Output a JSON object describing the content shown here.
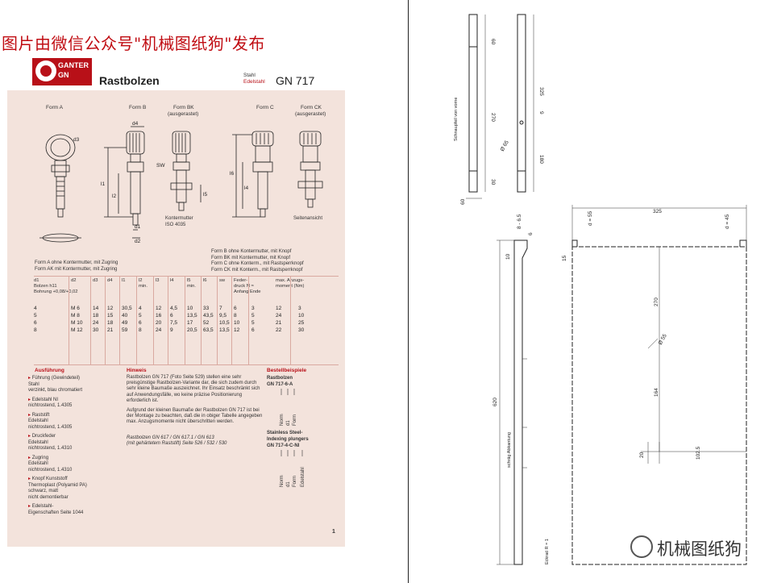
{
  "watermark_top": "图片由微信公众号\"机械图纸狗\"发布",
  "watermark_bottom": "机械图纸狗",
  "logo": {
    "line1": "GANTER",
    "line2": "GN"
  },
  "header": {
    "title": "Rastbolzen",
    "material1": "Stahl",
    "material2": "Edelstahl",
    "code": "GN 717"
  },
  "forms": {
    "a": "Form A",
    "b": "Form B",
    "bk": "Form BK",
    "bk_sub": "(ausgerastet)",
    "c": "Form C",
    "ck": "Form CK",
    "ck_sub": "(ausgerastet)"
  },
  "dim_labels": {
    "d3": "d3",
    "d4": "d4",
    "sw": "SW",
    "l1": "l1",
    "l2": "l2",
    "l3": "l3",
    "l4": "l4",
    "l5": "l5",
    "l6": "l6",
    "d1": "d1",
    "d2": "d2"
  },
  "notes": {
    "kontermutter": "Kontermutter\nISO 4035",
    "seitenansicht": "Seitenansicht"
  },
  "form_desc_left": [
    "Form A   ohne Kontermutter, mit Zugring",
    "Form AK  mit Kontermutter, mit Zugring"
  ],
  "form_desc_right": [
    "Form B    ohne Kontermutter, mit Knopf",
    "Form BK  mit Kontermutter, mit Knopf",
    "Form C    ohne Konterm., mit Rastsperrknopf",
    "Form CK  mit Konterm., mit Rastsperrknopf"
  ],
  "table": {
    "headers": [
      "d1\nBolzen h11\nBohrung +0,08/+0,02",
      "d2",
      "d3",
      "d4",
      "l1",
      "l2\nmin.",
      "l3",
      "l4",
      "l5\nmin.",
      "l6",
      "sw",
      "Feder-\ndruck N ≈\nAnfang   Ende",
      "",
      "max. Anzugs-\nmoment (Nm)"
    ],
    "rows": [
      [
        "4",
        "M 6",
        "14",
        "12",
        "30,5",
        "4",
        "12",
        "4,5",
        "10",
        "33",
        "7",
        "6",
        "3",
        "12",
        "3"
      ],
      [
        "5",
        "M 8",
        "18",
        "15",
        "40",
        "5",
        "16",
        "6",
        "13,5",
        "43,5",
        "9,5",
        "8",
        "5",
        "24",
        "10"
      ],
      [
        "6",
        "M 10",
        "24",
        "18",
        "49",
        "6",
        "20",
        "7,5",
        "17",
        "52",
        "10,5",
        "10",
        "5",
        "21",
        "25"
      ],
      [
        "8",
        "M 12",
        "30",
        "21",
        "59",
        "8",
        "24",
        "9",
        "20,5",
        "63,5",
        "13,5",
        "12",
        "6",
        "22",
        "30"
      ]
    ]
  },
  "ausfuehrung": {
    "title": "Ausführung",
    "items": [
      "Führung (Gewindeteil)\nStahl\nverzinkt, blau chromatiert",
      "Edelstahl NI\nnichtrostend, 1.4305",
      "Raststift\nEdelstahl\nnichtrostend, 1.4305",
      "Druckfeder\nEdelstahl\nnichtrostend, 1.4310",
      "Zugring\nEdelstahl\nnichtrostend, 1.4310",
      "Knopf Kunststoff\nThermoplast (Polyamid PA)\nschwarz, matt\nnicht demontierbar",
      "Edelstahl-\nEigenschaften        Seite 1044"
    ]
  },
  "hinweis": {
    "title": "Hinweis",
    "p1": "Rastbolzen GN 717 (Foto Seite 529) stellen eine sehr preisgünstige Rastbolzen-Variante dar, die sich zudem durch sehr kleine Baumaße auszeichnet. Ihr Einsatz beschränkt sich auf Anwendungsfälle, wo keine präzise Positionierung erforderlich ist.",
    "p2": "Aufgrund der kleinen Baumaße der Rastbolzen GN 717 ist bei der Montage zu beachten, daß die in obiger Tabelle angegeben max. Anzugsmomente nicht überschritten werden.",
    "p3": "Rastbolzen GN 617 / GN 617.1 / GN 613\n(mit gehärtetem Raststift)      Seite 526 / 532 / 530"
  },
  "bestell": {
    "title": "Bestellbeispiele",
    "ex1_title": "Rastbolzen",
    "ex1_code": "GN 717-6-A",
    "ex1_labels": [
      "Norm",
      "d1",
      "Form"
    ],
    "ex2_title": "Stainless Steel-\nIndexing plungers",
    "ex2_code": "GN 717-4-C-NI",
    "ex2_labels": [
      "Norm",
      "d1",
      "Form",
      "Edelstahl"
    ]
  },
  "page_number": "1",
  "drawing": {
    "rod_dims": [
      "60",
      "270",
      "30",
      "325",
      "9",
      "Ø 65",
      "180"
    ],
    "rod_note": "Schnaupfeil von vorne",
    "rod_bottom": "60",
    "plate_dims": {
      "top_width": "325",
      "d_left": "d = 55",
      "d_right": "d = 45",
      "left_a": "8 - 6.5",
      "left_b": "6",
      "left_c": "10",
      "left_d": "15",
      "height": "620",
      "inner_270": "270",
      "inner_164": "164",
      "hole": "Ø 55",
      "bottom_20": "20",
      "bottom_1025": "102.5"
    },
    "note_side": "schräg Abkantung",
    "note_bottom": "Eckrad R = 1"
  }
}
